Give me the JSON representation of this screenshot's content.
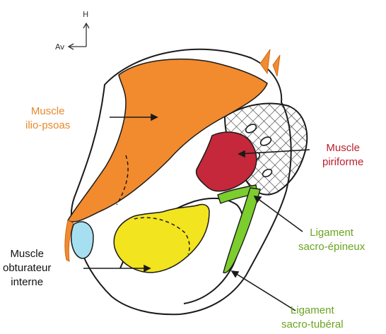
{
  "orientation": {
    "up_label": "H",
    "forward_label": "Av"
  },
  "labels": {
    "iliopsoas": {
      "line1": "Muscle",
      "line2": "ilio-psoas",
      "color": "#e8892b"
    },
    "piriformis": {
      "line1": "Muscle",
      "line2": "piriforme",
      "color": "#b8202e"
    },
    "sacrospinous": {
      "line1": "Ligament",
      "line2": "sacro-épineux",
      "color": "#6aa420"
    },
    "obturator": {
      "line1": "Muscle",
      "line2": "obturateur",
      "line3": "interne",
      "color": "#111111"
    },
    "sacrotuberous": {
      "line1": "Ligament",
      "line2": "sacro-tubéral",
      "color": "#6aa420"
    }
  },
  "colors": {
    "iliopsoas_fill": "#f28a2e",
    "piriformis_fill": "#c4283a",
    "obturator_fill": "#f2e41e",
    "ligament_fill": "#7ccd2e",
    "cartilage_fill": "#a6dff0",
    "outline": "#1a1a1a"
  }
}
